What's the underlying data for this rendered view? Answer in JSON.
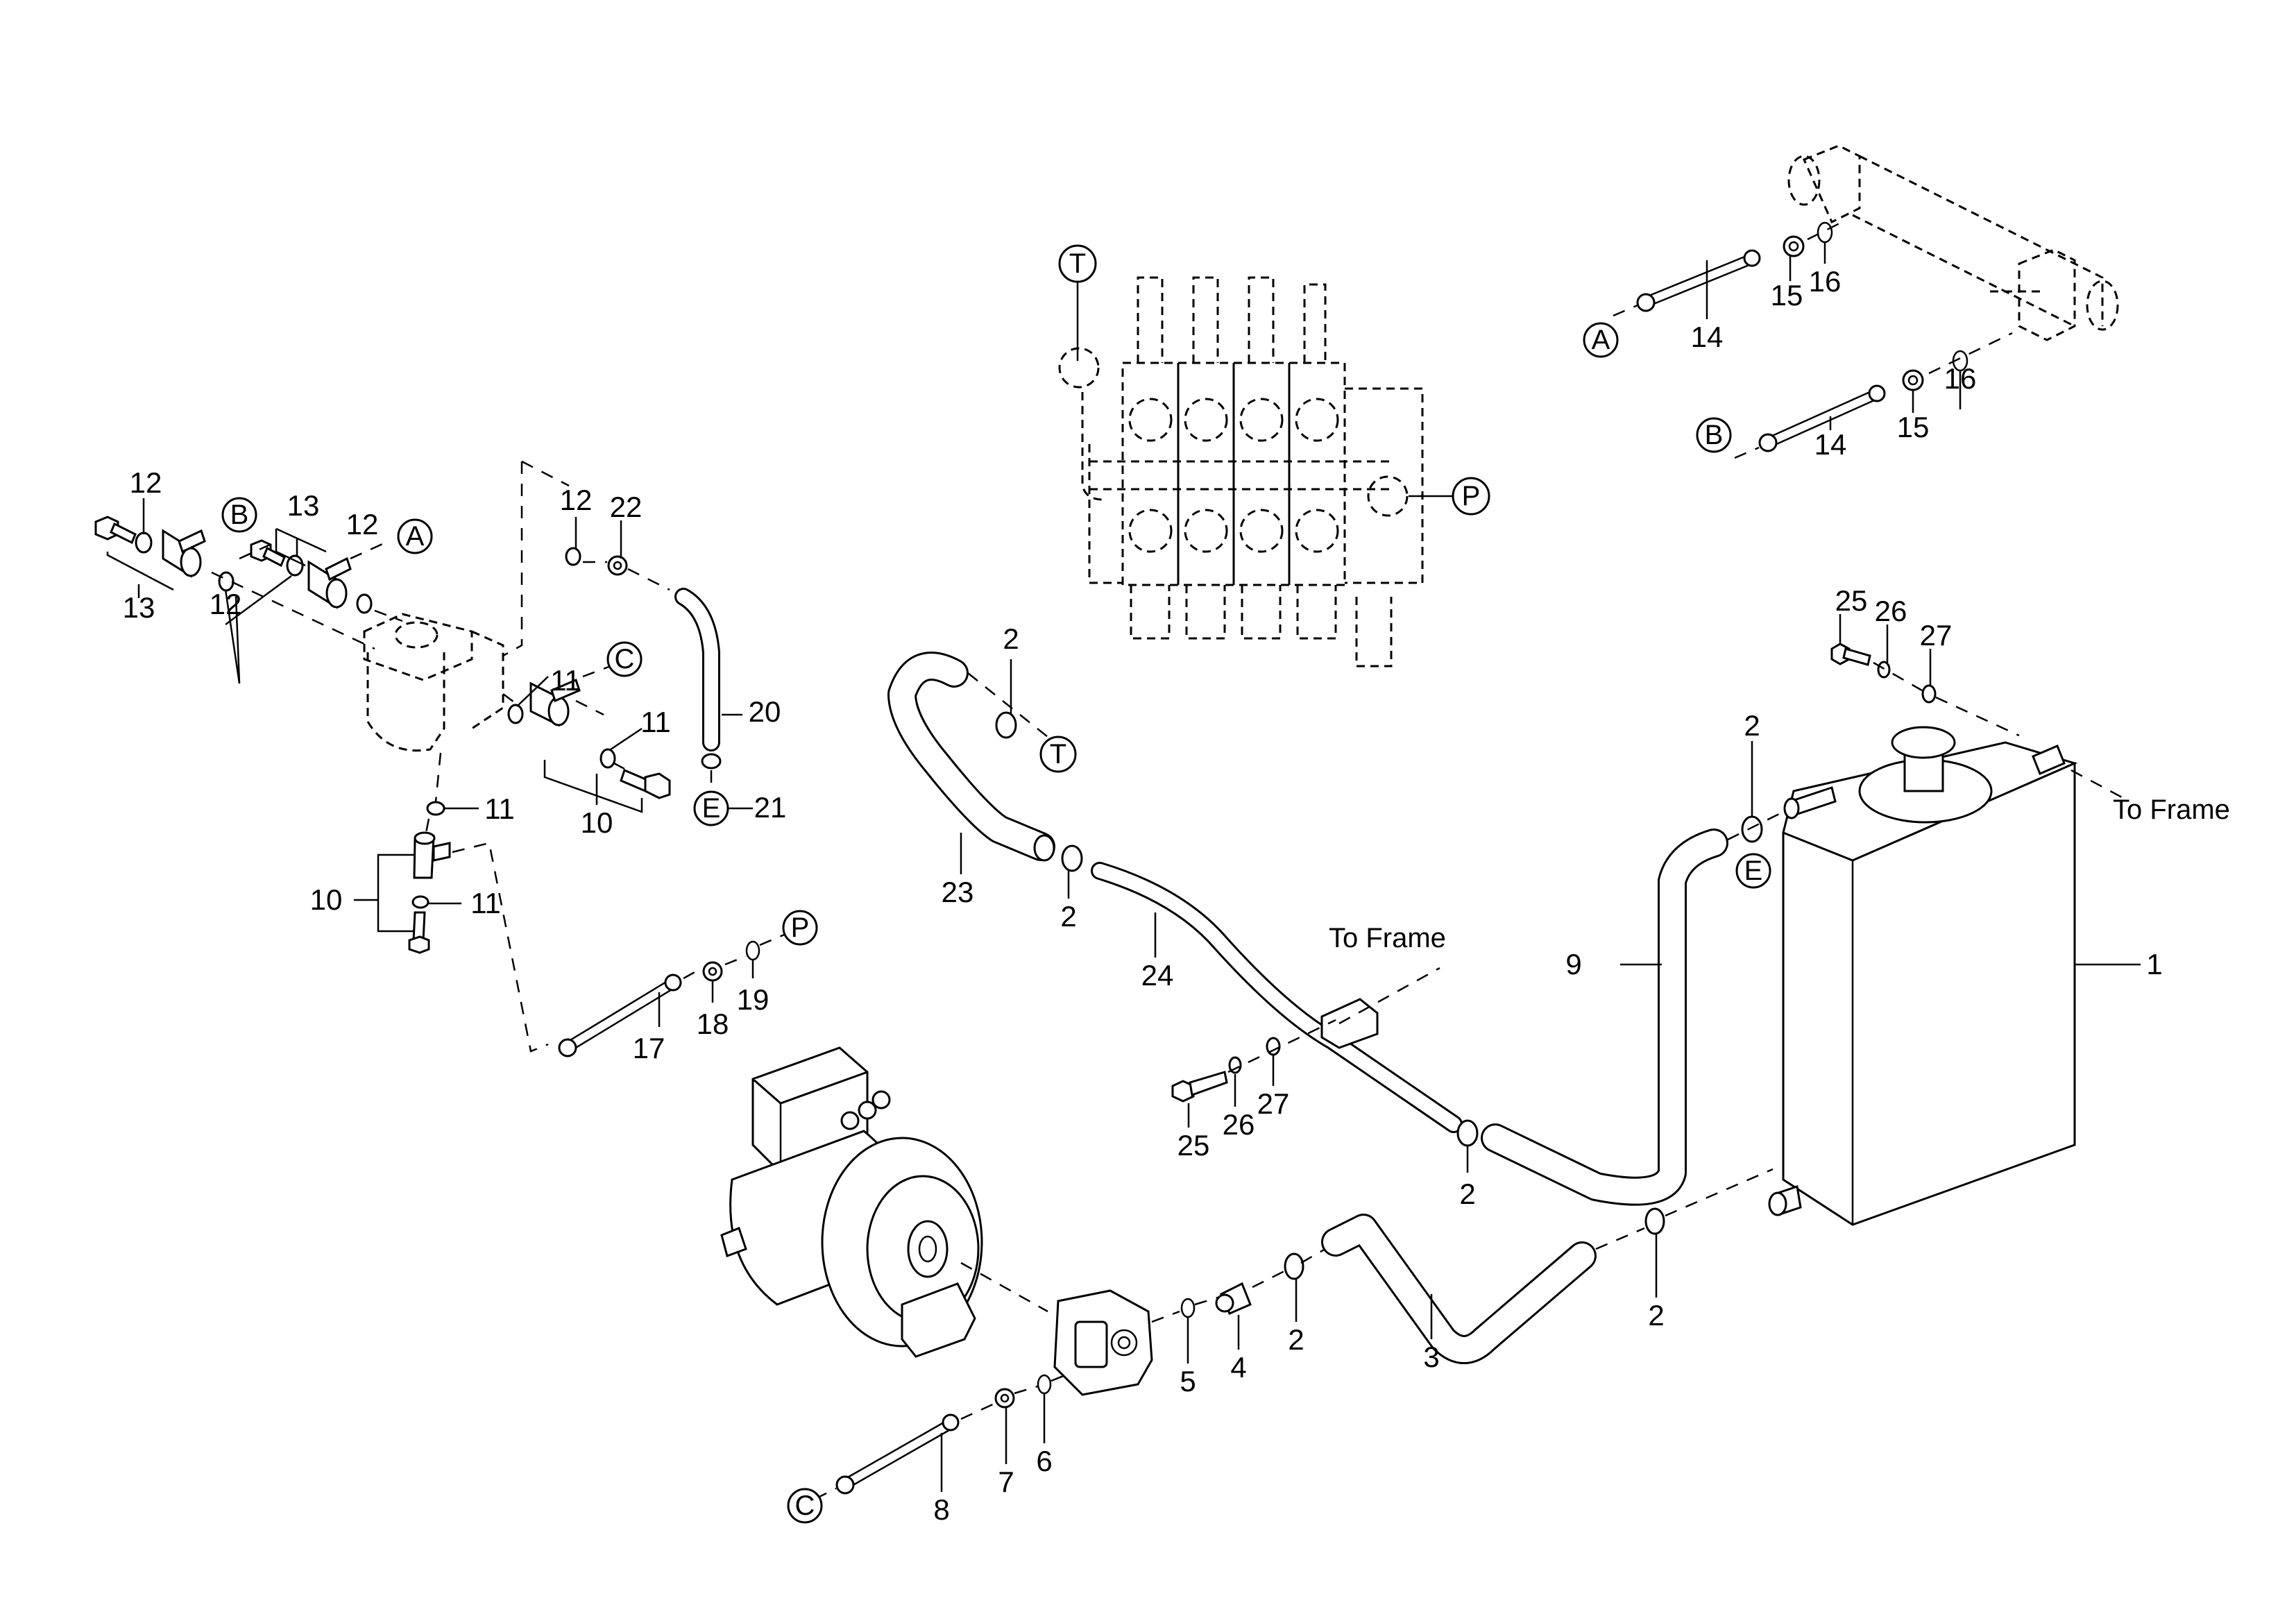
{
  "diagram": {
    "type": "exploded-parts-diagram",
    "subject": "Hydraulic system: tank, pump, motor, control valve, steering unit, hoses",
    "callouts": [
      {
        "id": "c1",
        "label": "1"
      },
      {
        "id": "c2a",
        "label": "2"
      },
      {
        "id": "c2b",
        "label": "2"
      },
      {
        "id": "c2c",
        "label": "2"
      },
      {
        "id": "c2d",
        "label": "2"
      },
      {
        "id": "c2e",
        "label": "2"
      },
      {
        "id": "c2f",
        "label": "2"
      },
      {
        "id": "c3",
        "label": "3"
      },
      {
        "id": "c4",
        "label": "4"
      },
      {
        "id": "c5",
        "label": "5"
      },
      {
        "id": "c6",
        "label": "6"
      },
      {
        "id": "c7",
        "label": "7"
      },
      {
        "id": "c8",
        "label": "8"
      },
      {
        "id": "c9",
        "label": "9"
      },
      {
        "id": "c10a",
        "label": "10"
      },
      {
        "id": "c10b",
        "label": "10"
      },
      {
        "id": "c11a",
        "label": "11"
      },
      {
        "id": "c11b",
        "label": "11"
      },
      {
        "id": "c11c",
        "label": "11"
      },
      {
        "id": "c11d",
        "label": "11"
      },
      {
        "id": "c12a",
        "label": "12"
      },
      {
        "id": "c12b",
        "label": "12"
      },
      {
        "id": "c12c",
        "label": "12"
      },
      {
        "id": "c12d",
        "label": "12"
      },
      {
        "id": "c13a",
        "label": "13"
      },
      {
        "id": "c13b",
        "label": "13"
      },
      {
        "id": "c14a",
        "label": "14"
      },
      {
        "id": "c14b",
        "label": "14"
      },
      {
        "id": "c15a",
        "label": "15"
      },
      {
        "id": "c15b",
        "label": "15"
      },
      {
        "id": "c16a",
        "label": "16"
      },
      {
        "id": "c16b",
        "label": "16"
      },
      {
        "id": "c17",
        "label": "17"
      },
      {
        "id": "c18",
        "label": "18"
      },
      {
        "id": "c19",
        "label": "19"
      },
      {
        "id": "c20",
        "label": "20"
      },
      {
        "id": "c21",
        "label": "21"
      },
      {
        "id": "c22",
        "label": "22"
      },
      {
        "id": "c23",
        "label": "23"
      },
      {
        "id": "c24",
        "label": "24"
      },
      {
        "id": "c25a",
        "label": "25"
      },
      {
        "id": "c25b",
        "label": "25"
      },
      {
        "id": "c26a",
        "label": "26"
      },
      {
        "id": "c26b",
        "label": "26"
      },
      {
        "id": "c27a",
        "label": "27"
      },
      {
        "id": "c27b",
        "label": "27"
      }
    ],
    "connection_refs": [
      {
        "id": "refT_valve",
        "label": "T"
      },
      {
        "id": "refT_hose",
        "label": "T"
      },
      {
        "id": "refP_valve",
        "label": "P"
      },
      {
        "id": "refP_line",
        "label": "P"
      },
      {
        "id": "refA_cyl",
        "label": "A"
      },
      {
        "id": "refA_steer",
        "label": "A"
      },
      {
        "id": "refB_cyl",
        "label": "B"
      },
      {
        "id": "refB_steer",
        "label": "B"
      },
      {
        "id": "refC_steer",
        "label": "C"
      },
      {
        "id": "refC_pump",
        "label": "C"
      },
      {
        "id": "refE_tank",
        "label": "E"
      },
      {
        "id": "refE_line",
        "label": "E"
      }
    ],
    "notes": [
      {
        "id": "note_frame_tank",
        "text": "To Frame"
      },
      {
        "id": "note_frame_pipe",
        "text": "To Frame"
      }
    ]
  }
}
